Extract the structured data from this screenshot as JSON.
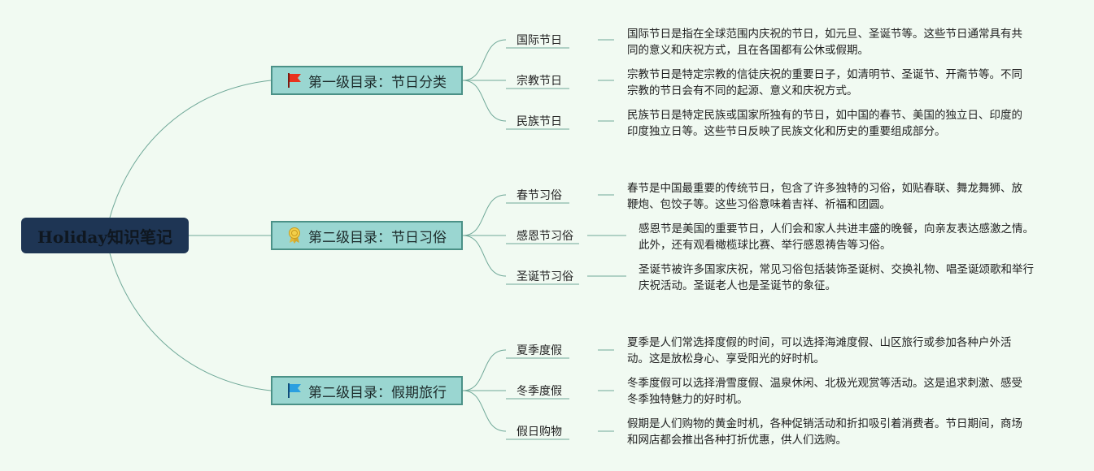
{
  "root": {
    "title": "Holiday知识笔记"
  },
  "branches": [
    {
      "label": "第一级目录：节日分类",
      "icon": "red-flag-icon",
      "leaves": [
        {
          "label": "国际节日",
          "desc": "国际节日是指在全球范围内庆祝的节日，如元旦、圣诞节等。这些节日通常具有共同的意义和庆祝方式，且在各国都有公休或假期。"
        },
        {
          "label": "宗教节日",
          "desc": "宗教节日是特定宗教的信徒庆祝的重要日子，如清明节、圣诞节、开斋节等。不同宗教的节日会有不同的起源、意义和庆祝方式。"
        },
        {
          "label": "民族节日",
          "desc": "民族节日是特定民族或国家所独有的节日，如中国的春节、美国的独立日、印度的印度独立日等。这些节日反映了民族文化和历史的重要组成部分。"
        }
      ]
    },
    {
      "label": "第二级目录：节日习俗",
      "icon": "award-ribbon-icon",
      "leaves": [
        {
          "label": "春节习俗",
          "desc": "春节是中国最重要的传统节日，包含了许多独特的习俗，如贴春联、舞龙舞狮、放鞭炮、包饺子等。这些习俗意味着吉祥、祈福和团圆。"
        },
        {
          "label": "感恩节习俗",
          "desc": "感恩节是美国的重要节日，人们会和家人共进丰盛的晚餐，向亲友表达感激之情。此外，还有观看橄榄球比赛、举行感恩祷告等习俗。"
        },
        {
          "label": "圣诞节习俗",
          "desc": "圣诞节被许多国家庆祝，常见习俗包括装饰圣诞树、交换礼物、唱圣诞颂歌和举行庆祝活动。圣诞老人也是圣诞节的象征。"
        }
      ]
    },
    {
      "label": "第二级目录：假期旅行",
      "icon": "blue-flag-icon",
      "leaves": [
        {
          "label": "夏季度假",
          "desc": "夏季是人们常选择度假的时间，可以选择海滩度假、山区旅行或参加各种户外活动。这是放松身心、享受阳光的好时机。"
        },
        {
          "label": "冬季度假",
          "desc": "冬季度假可以选择滑雪度假、温泉休闲、北极光观赏等活动。这是追求刺激、感受冬季独特魅力的好时机。"
        },
        {
          "label": "假日购物",
          "desc": "假期是人们购物的黄金时机，各种促销活动和折扣吸引着消费者。节日期间，商场和网店都会推出各种打折优惠，供人们选购。"
        }
      ]
    }
  ]
}
